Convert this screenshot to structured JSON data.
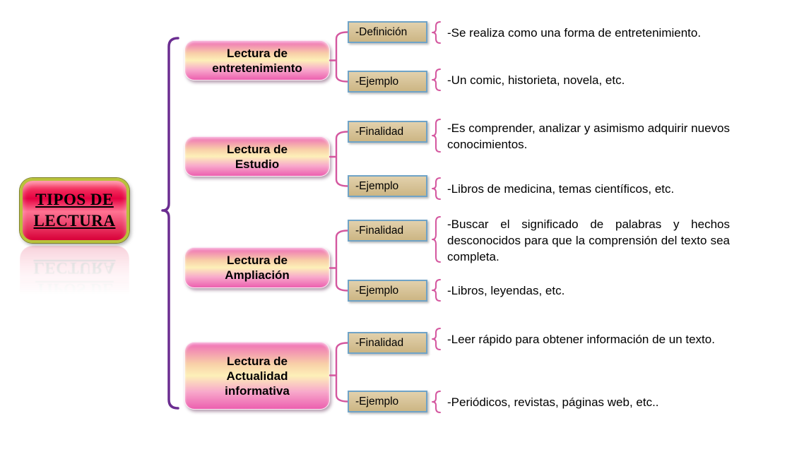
{
  "root": {
    "line1": "TIPOS DE",
    "line2": "LECTURA"
  },
  "branches": [
    {
      "label": "Lectura de entretenimiento",
      "items": [
        {
          "tag": "-Definición",
          "desc": "-Se realiza como una forma de entretenimiento."
        },
        {
          "tag": "-Ejemplo",
          "desc": "-Un comic, historieta, novela, etc."
        }
      ]
    },
    {
      "label": "Lectura de Estudio",
      "items": [
        {
          "tag": "-Finalidad",
          "desc": "-Es comprender, analizar y asimismo adquirir nuevos conocimientos."
        },
        {
          "tag": "-Ejemplo",
          "desc": "-Libros de medicina, temas científicos, etc."
        }
      ]
    },
    {
      "label": "Lectura de Ampliación",
      "items": [
        {
          "tag": "-Finalidad",
          "desc": "-Buscar el significado de palabras y hechos desconocidos para que la comprensión del texto sea completa."
        },
        {
          "tag": "-Ejemplo",
          "desc": "-Libros, leyendas, etc."
        }
      ]
    },
    {
      "label": "Lectura de Actualidad informativa",
      "items": [
        {
          "tag": "-Finalidad",
          "desc": "-Leer rápido para obtener información de un texto."
        },
        {
          "tag": "-Ejemplo",
          "desc": "-Periódicos, revistas, páginas web, etc.."
        }
      ]
    }
  ],
  "colors": {
    "brace-purple": "#6b2d91",
    "connector-pink": "#d4579f",
    "subbox-border": "#6fa3c7",
    "subbox-bg1": "#e2d1ac",
    "subbox-bg2": "#ccb684",
    "branch-pink": "#f07ac0",
    "branch-cream": "#fdecb0"
  }
}
